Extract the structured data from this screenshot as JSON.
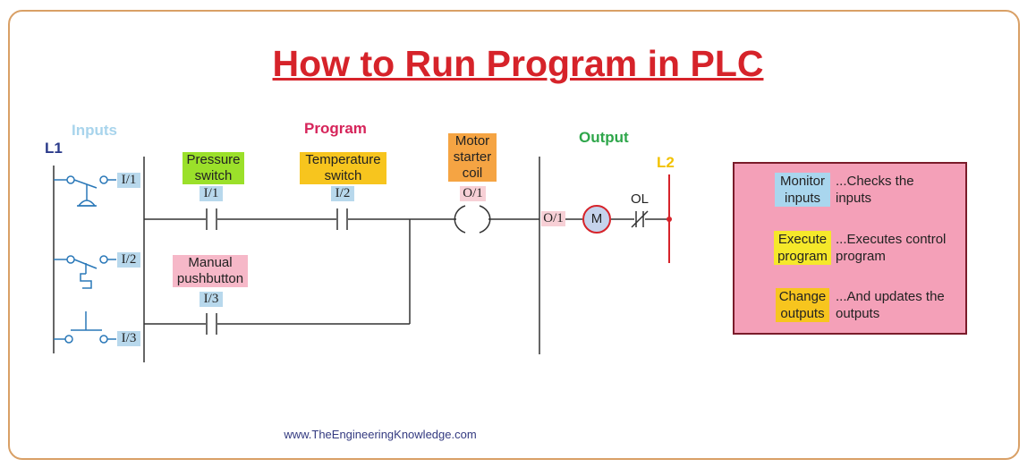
{
  "title": "How to Run Program in PLC",
  "headings": {
    "inputs": "Inputs",
    "program": "Program",
    "output": "Output",
    "l1": "L1",
    "l2": "L2"
  },
  "input_tags": [
    "I/1",
    "I/2",
    "I/3"
  ],
  "rungs": {
    "pressure_switch": "Pressure switch",
    "pressure_tag": "I/1",
    "temperature_switch": "Temperature switch",
    "temperature_tag": "I/2",
    "manual_pushbutton": "Manual pushbutton",
    "manual_tag": "I/3",
    "coil_label": "Motor starter coil",
    "coil_tag": "O/1"
  },
  "output_side": {
    "tag": "O/1",
    "motor": "M",
    "overload": "OL"
  },
  "cycle": {
    "steps": [
      {
        "label": "Monitor inputs",
        "description": "...Checks the inputs"
      },
      {
        "label": "Execute program",
        "description": "...Executes control program"
      },
      {
        "label": "Change outputs",
        "description": "...And updates the outputs"
      }
    ]
  },
  "footer": "www.TheEngineeringKnowledge.com",
  "colors": {
    "title": "#d6232a",
    "inputs_heading": "#a8d4ec",
    "program_heading": "#d6245a",
    "output_heading": "#2ea64a",
    "l1": "#2a3a8a",
    "l2": "#f2c200",
    "circuit": "#333333",
    "input_symbols": "#2a78b8",
    "motor": "#d6232a",
    "cycle_box": "#f4a0b8",
    "cycle_arrow": "#a6e02e"
  }
}
